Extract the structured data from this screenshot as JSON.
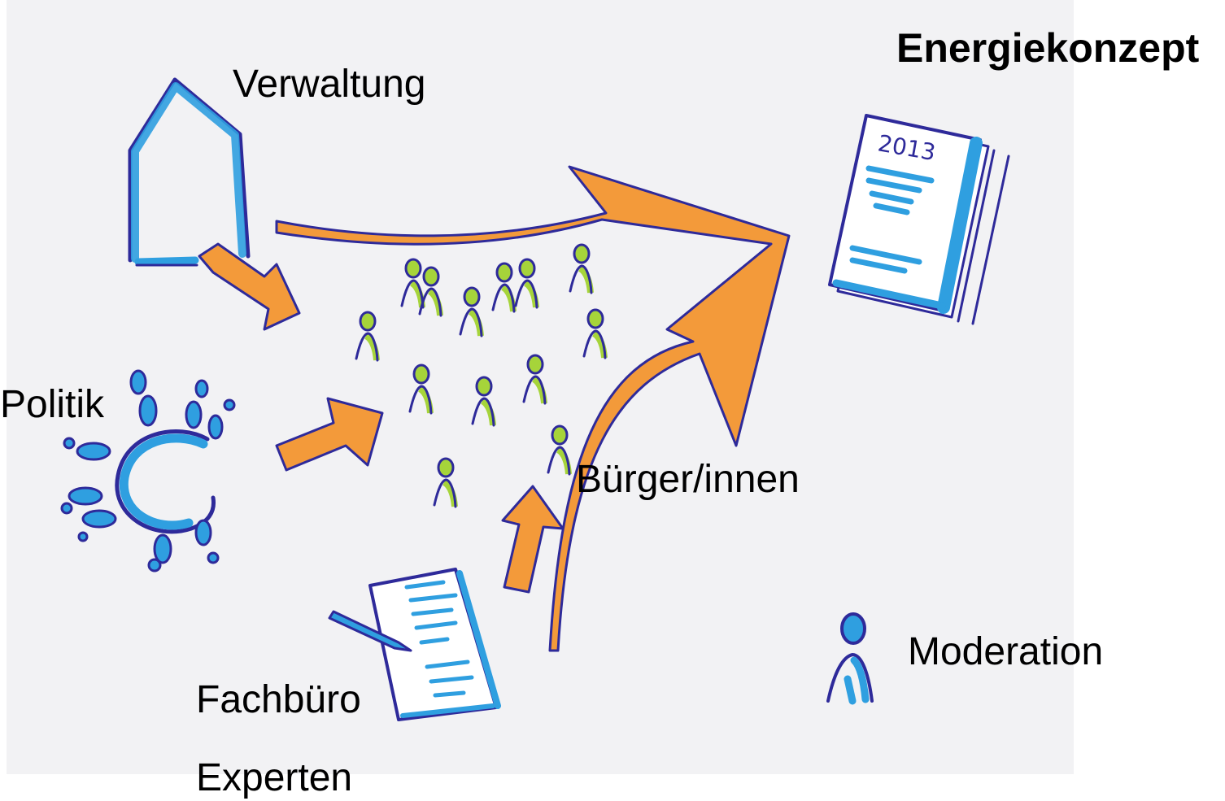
{
  "title": "Energiekonzept",
  "labels": {
    "verwaltung": "Verwaltung",
    "politik": "Politik",
    "buerger": "Bürger/innen",
    "moderation": "Moderation",
    "fachbuero": "Fachbüro",
    "experten": "Experten"
  },
  "report_year": "2013",
  "colors": {
    "paper": "#f2f2f4",
    "outline": "#2e2a9a",
    "blue": "#2f9fe0",
    "orange": "#f39a3a",
    "green": "#a6d43a"
  },
  "icons": [
    "house-icon",
    "politics-circle-icon",
    "people-group-icon",
    "document-pencil-icon",
    "report-2013-icon",
    "moderator-person-icon"
  ]
}
